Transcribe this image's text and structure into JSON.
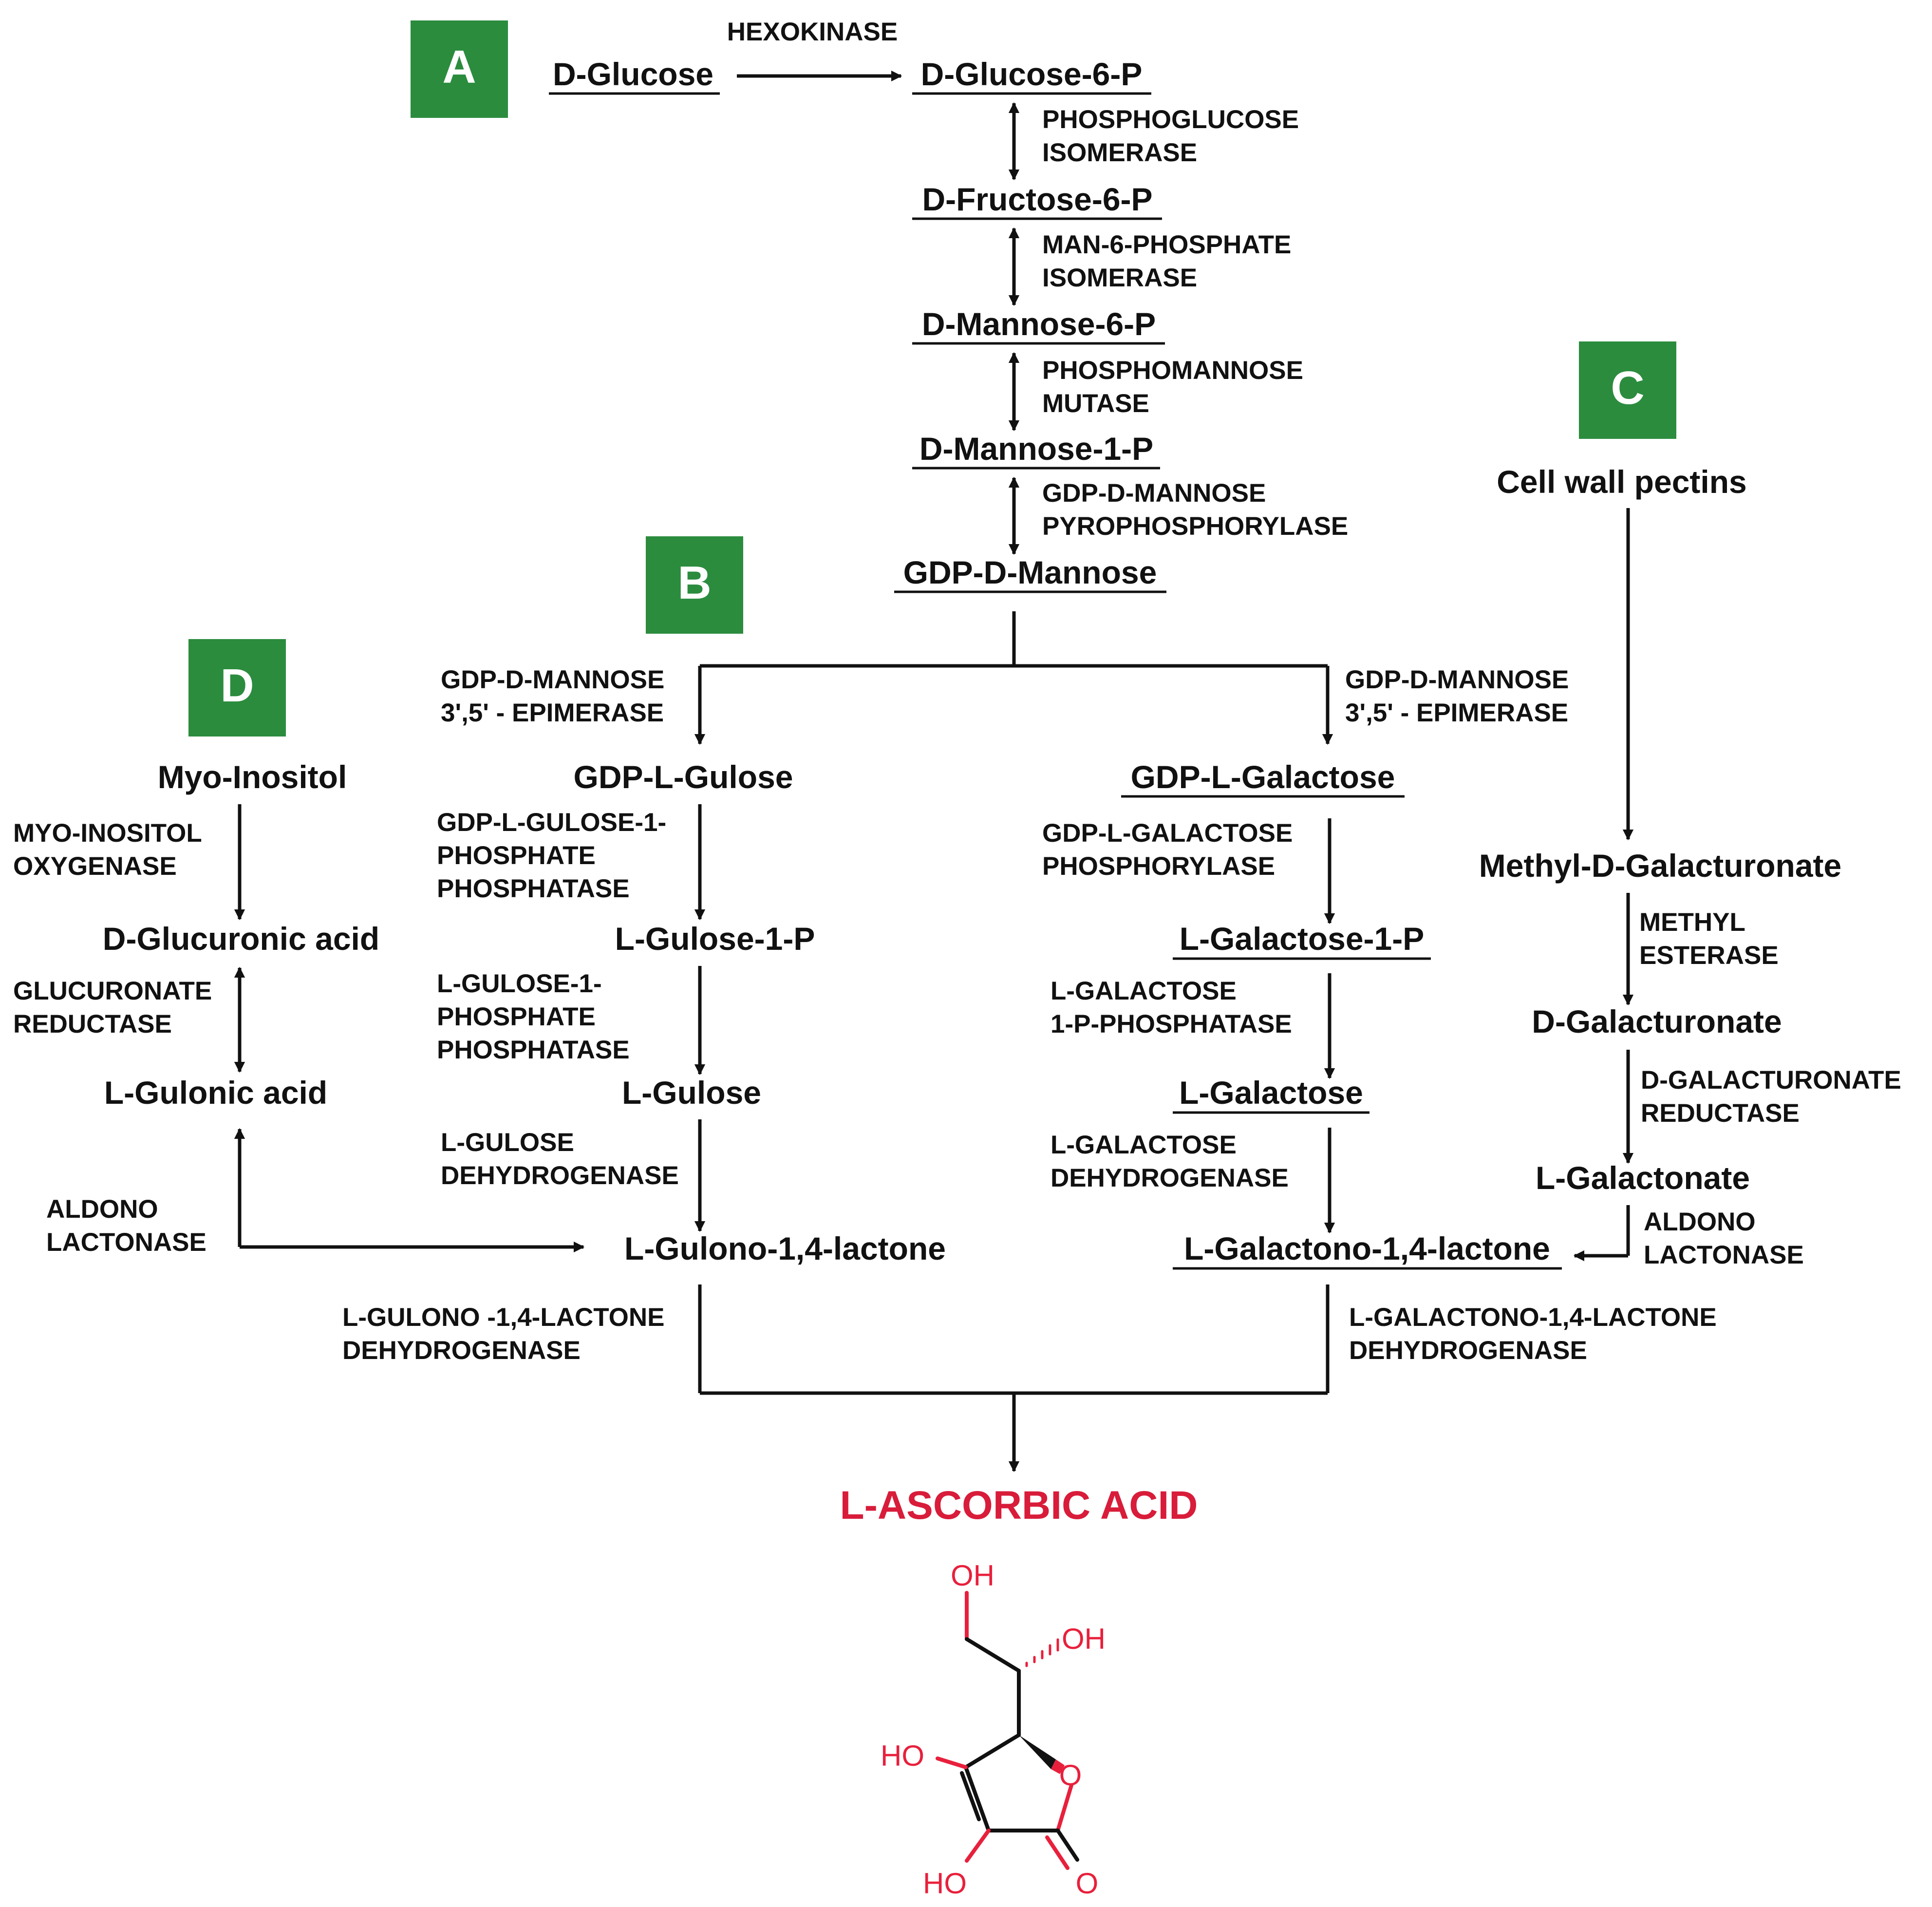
{
  "colors": {
    "badge": "#2b8c3e",
    "badge_text": "#ffffff",
    "final_product": "#d81c3a",
    "molecule_heteroatom": "#e8203c",
    "line": "#111111"
  },
  "badges": {
    "a": "A",
    "b": "B",
    "c": "C",
    "d": "D"
  },
  "metabolites": {
    "d_glucose": "D-Glucose",
    "d_glucose_6p": "D-Glucose-6-P",
    "d_fructose_6p": "D-Fructose-6-P",
    "d_mannose_6p": "D-Mannose-6-P",
    "d_mannose_1p": "D-Mannose-1-P",
    "gdp_d_mannose": "GDP-D-Mannose",
    "gdp_l_gulose": "GDP-L-Gulose",
    "l_gulose_1p": "L-Gulose-1-P",
    "l_gulose": "L-Gulose",
    "l_gulono_lactone": "L-Gulono-1,4-lactone",
    "gdp_l_galactose": "GDP-L-Galactose",
    "l_galactose_1p": "L-Galactose-1-P",
    "l_galactose": "L-Galactose",
    "l_galactono_lactone": "L-Galactono-1,4-lactone",
    "myo_inositol": "Myo-Inositol",
    "d_glucuronic_acid": "D-Glucuronic acid",
    "l_gulonic_acid": "L-Gulonic acid",
    "cell_wall_pectins": "Cell wall pectins",
    "methyl_d_galacturonate": "Methyl-D-Galacturonate",
    "d_galacturonate": "D-Galacturonate",
    "l_galactonate": "L-Galactonate"
  },
  "enzymes": {
    "hexokinase": [
      "HEXOKINASE"
    ],
    "phosphoglucose_isomerase": [
      "PHOSPHOGLUCOSE",
      "ISOMERASE"
    ],
    "man6p_isomerase": [
      "MAN-6-PHOSPHATE",
      "ISOMERASE"
    ],
    "phosphomannose_mutase": [
      "PHOSPHOMANNOSE",
      "MUTASE"
    ],
    "gdp_mannose_pyrophosphorylase": [
      "GDP-D-MANNOSE",
      "PYROPHOSPHORYLASE"
    ],
    "epimerase_left": [
      "GDP-D-MANNOSE",
      "3',5' - EPIMERASE"
    ],
    "epimerase_right": [
      "GDP-D-MANNOSE",
      "3',5' - EPIMERASE"
    ],
    "gdp_l_gulose_phosphatase": [
      "GDP-L-GULOSE-1-",
      "PHOSPHATE",
      "PHOSPHATASE"
    ],
    "l_gulose_1p_phosphatase": [
      "L-GULOSE-1-",
      "PHOSPHATE",
      "PHOSPHATASE"
    ],
    "l_gulose_dehydrogenase": [
      "L-GULOSE",
      "DEHYDROGENASE"
    ],
    "gdp_l_galactose_phosphorylase": [
      "GDP-L-GALACTOSE",
      "PHOSPHORYLASE"
    ],
    "l_galactose_1p_phosphatase": [
      "L-GALACTOSE",
      "1-P-PHOSPHATASE"
    ],
    "l_galactose_dehydrogenase": [
      "L-GALACTOSE",
      "DEHYDROGENASE"
    ],
    "myo_inositol_oxygenase": [
      "MYO-INOSITOL",
      "OXYGENASE"
    ],
    "glucuronate_reductase": [
      "GLUCURONATE",
      "REDUCTASE"
    ],
    "aldono_lactonase_left": [
      "ALDONO",
      "LACTONASE"
    ],
    "methyl_esterase": [
      "METHYL",
      "ESTERASE"
    ],
    "d_galacturonate_reductase": [
      "D-GALACTURONATE",
      "REDUCTASE"
    ],
    "aldono_lactonase_right": [
      "ALDONO",
      "LACTONASE"
    ],
    "l_gulono_lactone_dehydrogenase": [
      "L-GULONO -1,4-LACTONE",
      "DEHYDROGENASE"
    ],
    "l_galactono_lactone_dehydrogenase": [
      "L-GALACTONO-1,4-LACTONE",
      "DEHYDROGENASE"
    ]
  },
  "product": {
    "name": "L-ASCORBIC ACID",
    "atoms": {
      "oh_top": "OH",
      "oh_right": "OH",
      "ho_left": "HO",
      "ring_o": "O",
      "ho_bottom": "HO",
      "carbonyl_o": "O"
    }
  }
}
